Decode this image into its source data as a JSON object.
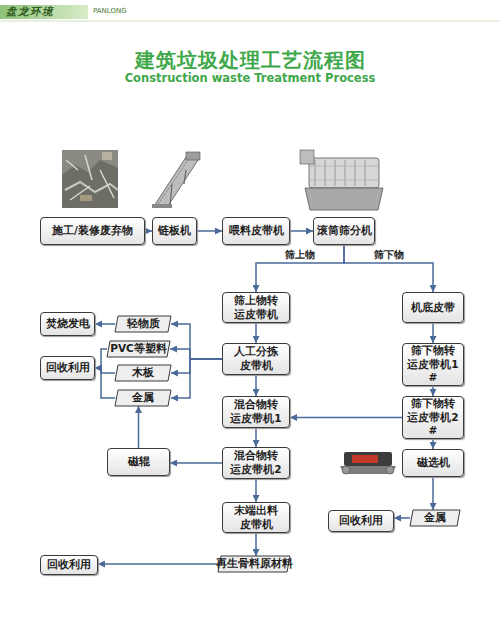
{
  "diagram": {
    "title": "建筑垃圾处理工艺流程图",
    "nodes": [
      {
        "text": [
          "施工/装修废弃物"
        ]
      },
      {
        "text": [
          "链板机"
        ]
      },
      {
        "text": [
          "喂料皮带机"
        ]
      },
      {
        "text": [
          "滚筒筛分机"
        ]
      },
      {
        "text": [
          "焚烧发电"
        ]
      },
      {
        "text": [
          "轻物质"
        ]
      },
      {
        "text": [
          "筛上物转运皮带机"
        ]
      },
      {
        "text": [
          "机底皮带"
        ]
      },
      {
        "text": [
          "PVC等塑料"
        ]
      },
      {
        "text": [
          "回收利用"
        ]
      },
      {
        "text": [
          "人工分拣皮带机"
        ]
      },
      {
        "text": [
          "木板"
        ]
      },
      {
        "text": [
          "筛下物转运皮带机1#"
        ]
      },
      {
        "text": [
          "金属"
        ]
      },
      {
        "text": [
          "混合物转运皮带机1"
        ]
      },
      {
        "text": [
          "筛下物转运皮带机2#"
        ]
      },
      {
        "text": [
          "磁辊"
        ]
      },
      {
        "text": [
          "混合物转运皮带机2"
        ]
      },
      {
        "text": [
          "磁选机"
        ]
      },
      {
        "text": [
          "末端出料皮带机"
        ]
      },
      {
        "text": [
          "回收利用"
        ]
      },
      {
        "text": [
          "金属"
        ]
      },
      {
        "text": [
          "回收利用"
        ]
      },
      {
        "text": [
          "再生骨料原材料"
        ]
      }
    ],
    "edges": [
      {
        "from": 0,
        "to": 1,
        "arrow": "to"
      },
      {
        "from": 1,
        "to": 2,
        "arrow": "to"
      },
      {
        "from": 2,
        "to": 3,
        "arrow": "to"
      },
      {
        "from": 3,
        "to": 6,
        "label": "筛上物",
        "arrow": "to"
      },
      {
        "from": 3,
        "to": 7,
        "label": "筛下物",
        "arrow": "to"
      },
      {
        "from": 6,
        "to": 10,
        "arrow": "to"
      },
      {
        "from": 10,
        "to": 14,
        "arrow": "to"
      },
      {
        "from": 10,
        "to": 5,
        "arrow": "to"
      },
      {
        "from": 10,
        "to": 8,
        "arrow": "to"
      },
      {
        "from": 10,
        "to": 11,
        "arrow": "to"
      },
      {
        "from": 10,
        "to": 13,
        "arrow": "to"
      },
      {
        "from": 5,
        "to": 4,
        "arrow": "to"
      },
      {
        "from": 8,
        "to": 9,
        "arrow": "to"
      },
      {
        "from": 11,
        "to": 9,
        "arrow": "to"
      },
      {
        "from": 13,
        "to": 9,
        "arrow": "to"
      },
      {
        "from": 14,
        "to": 17,
        "arrow": "to"
      },
      {
        "from": 17,
        "to": 16,
        "arrow": "to"
      },
      {
        "from": 16,
        "to": 13,
        "arrow": "to"
      },
      {
        "from": 17,
        "to": 19,
        "arrow": "to"
      },
      {
        "from": 19,
        "to": 23,
        "arrow": "to"
      },
      {
        "from": 23,
        "to": 22,
        "arrow": "to"
      },
      {
        "from": 7,
        "to": 12,
        "arrow": "to"
      },
      {
        "from": 12,
        "to": 15,
        "arrow": "to"
      },
      {
        "from": 15,
        "to": 14,
        "arrow": "to"
      },
      {
        "from": 15,
        "to": 18,
        "arrow": "to"
      },
      {
        "from": 18,
        "to": 21,
        "arrow": "to"
      },
      {
        "from": 21,
        "to": 20,
        "arrow": "to"
      }
    ],
    "labels": [
      "盘龙环境",
      "PANLONG",
      "Construction waste Treatment Process"
    ]
  }
}
